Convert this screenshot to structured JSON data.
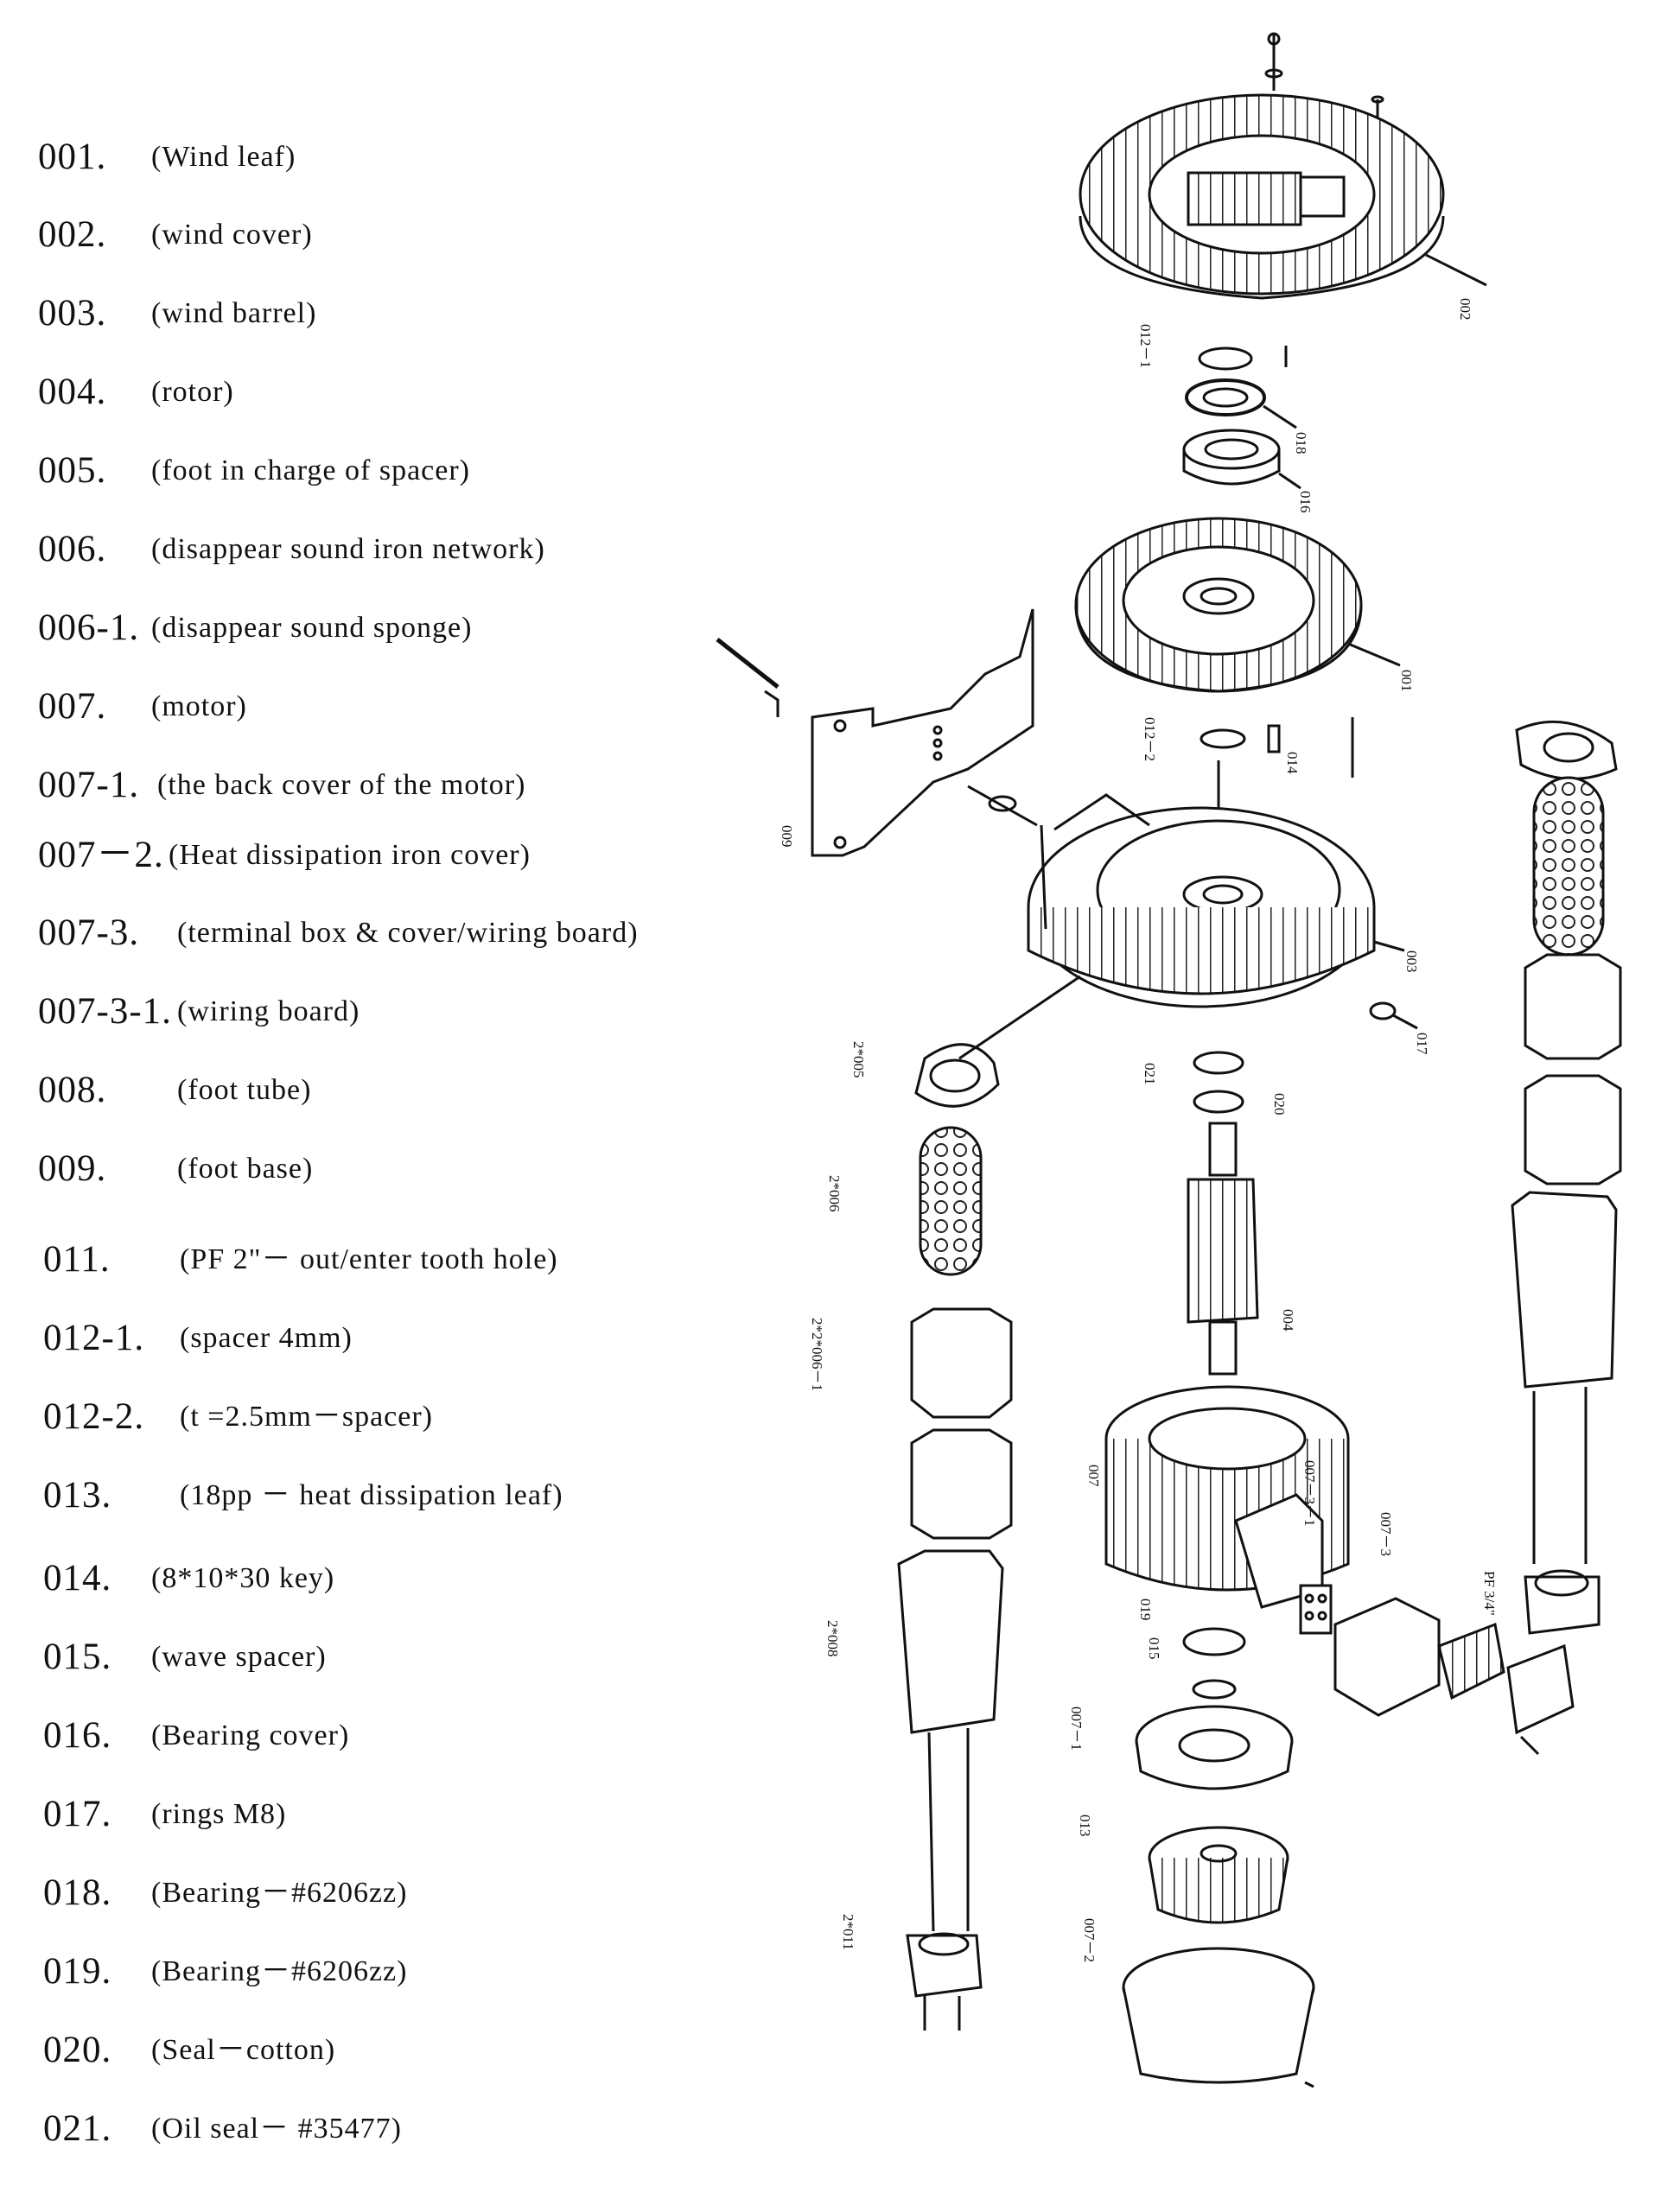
{
  "parts": [
    {
      "code": "001.",
      "name": "(Wind leaf)"
    },
    {
      "code": "002.",
      "name": "(wind cover)"
    },
    {
      "code": "003.",
      "name": "(wind barrel)"
    },
    {
      "code": "004.",
      "name": "(rotor)"
    },
    {
      "code": "005.",
      "name": "(foot in charge of spacer)"
    },
    {
      "code": "006.",
      "name": "(disappear sound iron network)"
    },
    {
      "code": "006-1.",
      "name": "(disappear sound sponge)"
    },
    {
      "code": "007.",
      "name": "(motor)"
    },
    {
      "code": "007-1.",
      "name": "(the back cover of the motor)"
    },
    {
      "code": "007－2.",
      "name": "(Heat dissipation iron cover)"
    },
    {
      "code": "007-3.",
      "name": "(terminal box & cover/wiring board)"
    },
    {
      "code": "007-3-1.",
      "name": "(wiring board)"
    },
    {
      "code": "008.",
      "name": "(foot tube)"
    },
    {
      "code": "009.",
      "name": "(foot base)"
    },
    {
      "code": "011.",
      "name": "(PF 2\"－ out/enter tooth hole)"
    },
    {
      "code": "012-1.",
      "name": "(spacer 4mm)"
    },
    {
      "code": "012-2.",
      "name": "(t =2.5mm－spacer)"
    },
    {
      "code": "013.",
      "name": "(18pp － heat dissipation leaf)"
    },
    {
      "code": "014.",
      "name": "(8*10*30 key)"
    },
    {
      "code": "015.",
      "name": "(wave spacer)"
    },
    {
      "code": "016.",
      "name": "(Bearing cover)"
    },
    {
      "code": "017.",
      "name": "(rings M8)"
    },
    {
      "code": "018.",
      "name": "(Bearing－#6206zz)"
    },
    {
      "code": "019.",
      "name": "(Bearing－#6206zz)"
    },
    {
      "code": "020.",
      "name": "(Seal－cotton)"
    },
    {
      "code": "021.",
      "name": "(Oil seal－ #35477)"
    }
  ],
  "callouts": {
    "c002": "002",
    "c012_1": "012－1",
    "c018": "018",
    "c016": "016",
    "c001": "001",
    "c012_2": "012－2",
    "c014": "014",
    "c009": "009",
    "c003": "003",
    "c017": "017",
    "c2x005": "2*005",
    "c021": "021",
    "c020": "020",
    "c2x006": "2*006",
    "c22x006_1": "2*2*006－1",
    "c004": "004",
    "c2x008": "2*008",
    "c2x011": "2*011",
    "c007": "007",
    "c007_3_1": "007－3－1",
    "c007_3": "007－3",
    "c019": "019",
    "c015": "015",
    "c007_1": "007－1",
    "c013": "013",
    "c007_2": "007－2",
    "pf34": "PF 3/4\""
  }
}
